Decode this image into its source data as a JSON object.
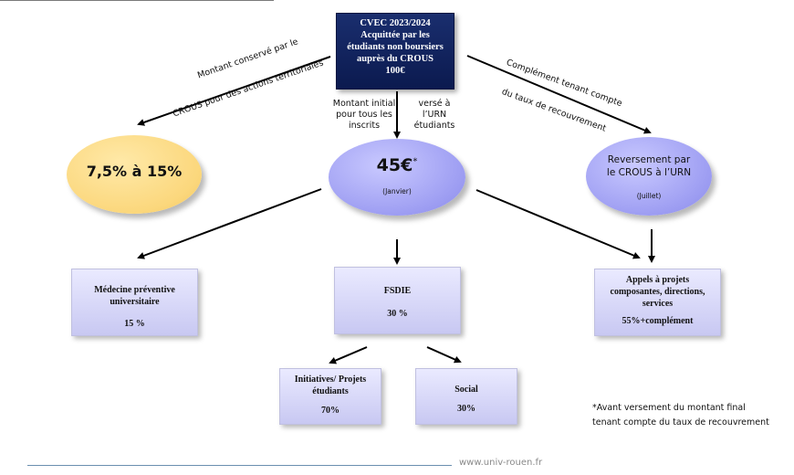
{
  "footer": {
    "url": "www.univ-rouen.fr"
  },
  "cvec": {
    "lines": [
      "CVEC 2023/2024",
      "Acquittée par les",
      "étudiants non boursiers",
      "auprès du CROUS",
      "100€"
    ]
  },
  "labels": {
    "left_line1": "Montant conservé par le",
    "left_line2": "CROUS pour des actions territoriales",
    "center_a_line1": "Montant initial",
    "center_a_line2": "pour tous les",
    "center_a_line3": "inscrits",
    "center_b_line1": "versé à l’URN",
    "center_b_line2": "étudiants",
    "right_line1": "Complément tenant compte",
    "right_line2": "du taux de recouvrement"
  },
  "ellipses": {
    "left": {
      "text": "7,5% à 15%"
    },
    "center": {
      "amount": "45€",
      "mark": "*",
      "sub": "(Janvier)"
    },
    "right": {
      "line1": "Reversement par",
      "line2": "le CROUS à l’URN",
      "sub": "(Juillet)"
    }
  },
  "boxes": {
    "medecine": {
      "line1": "Médecine préventive",
      "line2": "universitaire",
      "value": "15 %"
    },
    "fsdie": {
      "title": "FSDIE",
      "value": "30 %"
    },
    "appels": {
      "line1": "Appels à projets",
      "line2": "composantes, directions,",
      "line3": "services",
      "value": "55%+complément"
    },
    "initiatives": {
      "line1": "Initiatives/ Projets",
      "line2": "étudiants",
      "value": "70%"
    },
    "social": {
      "title": "Social",
      "value": "30%"
    }
  },
  "footnote": {
    "line1": "*Avant versement du montant final",
    "line2": "tenant compte du taux de recouvrement"
  },
  "colors": {
    "header_box": "#0b1a4f",
    "yellow_ellipse": "#fbd77c",
    "purple_ellipse": "#9d9df2",
    "box_fill": "#d8d8f8"
  }
}
